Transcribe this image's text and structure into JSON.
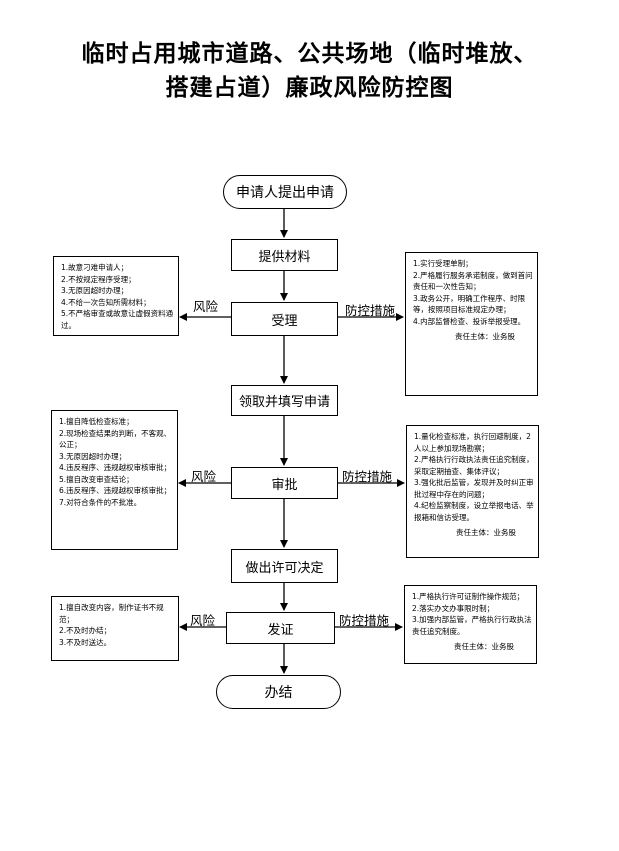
{
  "title": {
    "line1": "临时占用城市道路、公共场地（临时堆放、",
    "line2": "搭建占道）廉政风险防控图"
  },
  "flow": {
    "start": "申请人提出申请",
    "materials": "提供材料",
    "accept": "受理",
    "fill_form": "领取并填写申请",
    "approve": "审批",
    "decision": "做出许可决定",
    "issue": "发证",
    "end": "办结"
  },
  "labels": {
    "risk": "风险",
    "control": "防控措施"
  },
  "risks": {
    "accept": "1.故意刁难申请人；\n2.不按规定程序受理；\n3.无原因超时办理；\n4.不给一次告知所需材料；\n5.不严格审查或故意让虚假资料通过。",
    "approve": "1.擅自降低检查标准；\n2.现场检查结果的判断，不客观、公正；\n3.无原因超时办理；\n4.违反程序、违规越权审核审批；\n5.擅自改变审查结论；\n6.违反程序、违规越权审核审批；\n7.对符合条件的不批准。",
    "issue": "1.擅自改变内容，制作证书不规范；\n2.不及时办结；\n3.不及时送达。"
  },
  "controls": {
    "accept": "1.实行受理单制；\n2.严格履行服务承诺制度，做到首问责任和一次性告知；\n3.政务公开，明确工作程序、时限等，按照项目标准规定办理；\n4.内部监督检查、投诉举报受理。",
    "approve": "1.量化检查标准，执行回避制度，2人以上参加现场勘察；\n2.严格执行行政执法责任追究制度，采取定期抽查、集体评议；\n3.强化批后监管，发现并及时纠正审批过程中存在的问题；\n4.纪检监察制度，设立举报电话、举报箱和信访受理。",
    "issue": "1.严格执行许可证制作操作规范；\n2.落实办文办事限时制；\n3.加强内部监管，严格执行行政执法责任追究制度。"
  },
  "responsibility": {
    "accept": "责任主体：业务股",
    "approve": "责任主体：业务股",
    "issue": "责任主体：业务股"
  }
}
